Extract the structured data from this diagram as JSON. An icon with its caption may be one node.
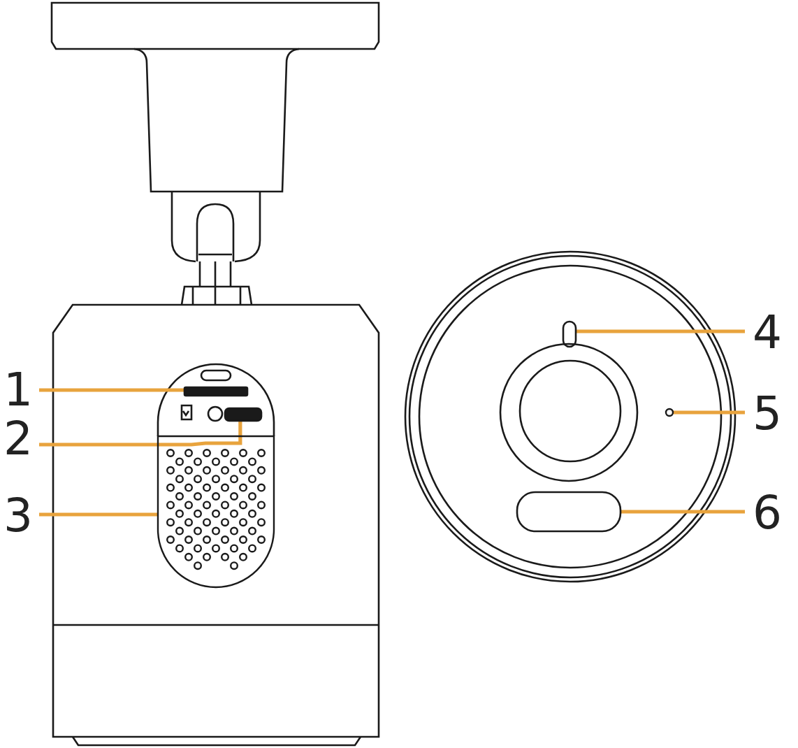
{
  "diagram": {
    "nodes": [
      {
        "text": [
          "1"
        ]
      },
      {
        "text": [
          "2"
        ]
      },
      {
        "text": [
          "3"
        ]
      },
      {
        "text": [
          "4"
        ]
      },
      {
        "text": [
          "5"
        ]
      },
      {
        "text": [
          "6"
        ]
      },
      {
        "text": [],
        "shape": "bar"
      },
      {
        "text": [],
        "shape": "box"
      },
      {
        "text": [],
        "shape": "grille"
      },
      {
        "text": [],
        "shape": "bar"
      },
      {
        "text": [],
        "shape": "circle"
      },
      {
        "text": [],
        "shape": "box"
      }
    ],
    "edges": [
      {
        "from": 0,
        "to": 6,
        "arrow": "none"
      },
      {
        "from": 1,
        "to": 7,
        "arrow": "none"
      },
      {
        "from": 2,
        "to": 8,
        "arrow": "none"
      },
      {
        "from": 3,
        "to": 9,
        "arrow": "none"
      },
      {
        "from": 4,
        "to": 10,
        "arrow": "none"
      },
      {
        "from": 5,
        "to": 11,
        "arrow": "none"
      }
    ]
  }
}
